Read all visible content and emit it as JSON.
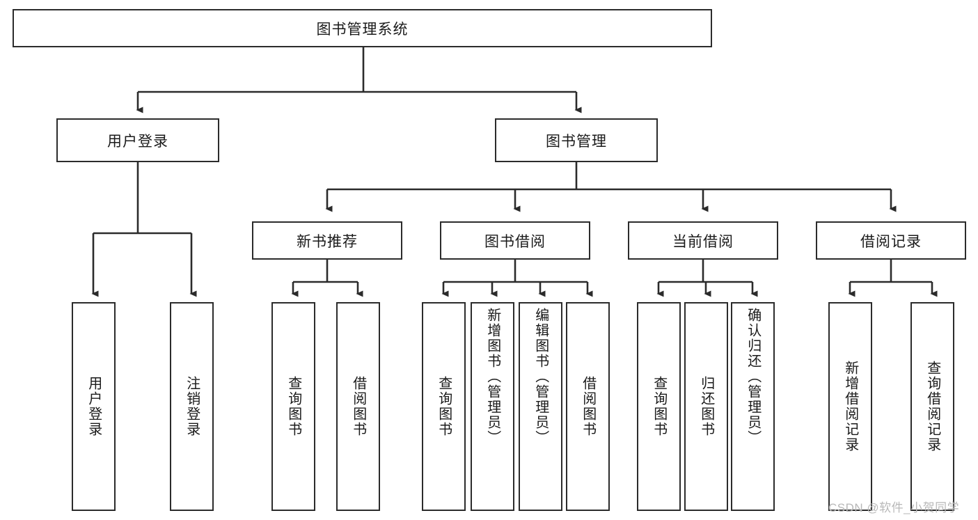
{
  "diagram": {
    "title": "图书管理系统",
    "type": "tree-hierarchy-diagram",
    "root": {
      "id": "root",
      "label": "图书管理系统",
      "orientation": "horizontal"
    },
    "level2": [
      {
        "id": "user-login",
        "label": "用户登录",
        "orientation": "horizontal"
      },
      {
        "id": "book-management",
        "label": "图书管理",
        "orientation": "horizontal"
      }
    ],
    "level3": [
      {
        "id": "new-book-recommend",
        "label": "新书推荐",
        "orientation": "horizontal",
        "parent": "book-management"
      },
      {
        "id": "book-borrow",
        "label": "图书借阅",
        "orientation": "horizontal",
        "parent": "book-management"
      },
      {
        "id": "current-borrow",
        "label": "当前借阅",
        "orientation": "horizontal",
        "parent": "book-management"
      },
      {
        "id": "borrow-record",
        "label": "借阅记录",
        "orientation": "horizontal",
        "parent": "book-management"
      }
    ],
    "leaves": [
      {
        "id": "leaf-user-login",
        "label": "用户登录",
        "parent": "user-login",
        "align": "center"
      },
      {
        "id": "leaf-user-logout",
        "label": "注销登录",
        "parent": "user-login",
        "align": "center"
      },
      {
        "id": "leaf-query-book-1",
        "label": "查询图书",
        "parent": "new-book-recommend",
        "align": "center"
      },
      {
        "id": "leaf-borrow-book-1",
        "label": "借阅图书",
        "parent": "new-book-recommend",
        "align": "center"
      },
      {
        "id": "leaf-query-book-2",
        "label": "查询图书",
        "parent": "book-borrow",
        "align": "center"
      },
      {
        "id": "leaf-add-book",
        "label": "新增图书（管理员）",
        "parent": "book-borrow",
        "align": "top"
      },
      {
        "id": "leaf-edit-book",
        "label": "编辑图书（管理员）",
        "parent": "book-borrow",
        "align": "top"
      },
      {
        "id": "leaf-borrow-book-2",
        "label": "借阅图书",
        "parent": "book-borrow",
        "align": "center"
      },
      {
        "id": "leaf-query-book-3",
        "label": "查询图书",
        "parent": "current-borrow",
        "align": "center"
      },
      {
        "id": "leaf-return-book",
        "label": "归还图书",
        "parent": "current-borrow",
        "align": "center"
      },
      {
        "id": "leaf-confirm-return",
        "label": "确认归还（管理员）",
        "parent": "current-borrow",
        "align": "top"
      },
      {
        "id": "leaf-add-record",
        "label": "新增借阅记录",
        "parent": "borrow-record",
        "align": "center"
      },
      {
        "id": "leaf-query-record",
        "label": "查询借阅记录",
        "parent": "borrow-record",
        "align": "center"
      }
    ]
  },
  "watermark": {
    "text": "CSDN @软件_小贺同学"
  },
  "colors": {
    "stroke": "#2b2b2b",
    "background": "#ffffff",
    "text": "#1a1a1a",
    "watermark": "#b8b8b8"
  }
}
